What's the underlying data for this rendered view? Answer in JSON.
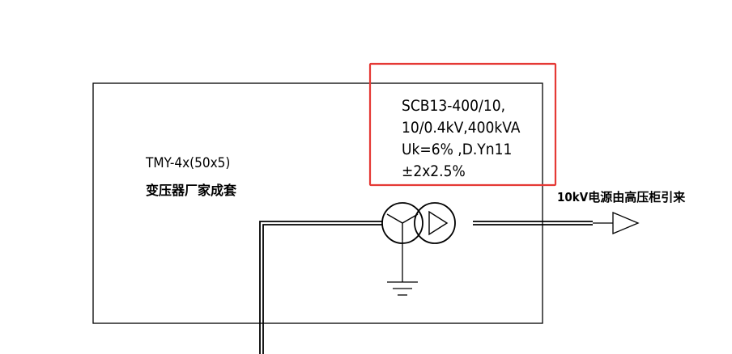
{
  "colors": {
    "line": "#000000",
    "highlight": "#e53935",
    "background": "#ffffff"
  },
  "busbar": {
    "spec": "TMY-4x(50x5)",
    "supply": "变压器厂家成套"
  },
  "transformer": {
    "lines": [
      "SCB13-400/10,",
      "10/0.4kV,400kVA",
      "Uk=6% ,D.Yn11",
      "±2x2.5%"
    ],
    "symbol": "transformer-star-delta-icon"
  },
  "source": {
    "label": "10kV电源由高压柜引来",
    "symbol": "incoming-arrow-icon"
  },
  "ground": {
    "symbol": "ground-icon"
  }
}
